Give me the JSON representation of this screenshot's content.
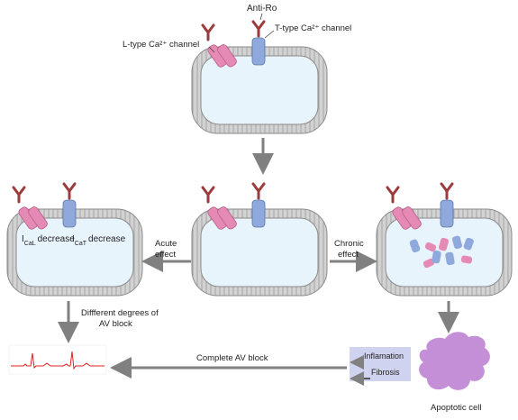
{
  "labels": {
    "anti_ro": "Anti-Ro",
    "l_type": "L-type Ca²⁺ channel",
    "t_type": "T-type Ca²⁺ channel",
    "acute_line1": "Acute",
    "acute_line2": "effect",
    "chronic_line1": "Chronic",
    "chronic_line2": "effect",
    "ical_main": "I",
    "ical_sub": "CaL",
    "ical_text": "decrease",
    "icat_main": "I",
    "icat_sub": "CaT",
    "icat_text": "decrease",
    "degrees_line1": "Diffferent degrees of",
    "degrees_line2": "AV block",
    "complete_av_block": "Complete AV block",
    "inflammation": "Inflamation",
    "fibrosis": "Fibrosis",
    "apoptotic_cell": "Apoptotic cell"
  },
  "colors": {
    "membrane": "#c8c8c8",
    "membrane_stroke": "#8a8a8a",
    "cytoplasm": "#e8f4fb",
    "l_channel": "#e58ab4",
    "t_channel": "#8fa9dc",
    "antibody": "#9b3b3b",
    "arrow": "#808080",
    "ecg": "#e0201f",
    "fibrosis_box": "#cfd3ef",
    "apoptotic": "#c58fd8"
  }
}
